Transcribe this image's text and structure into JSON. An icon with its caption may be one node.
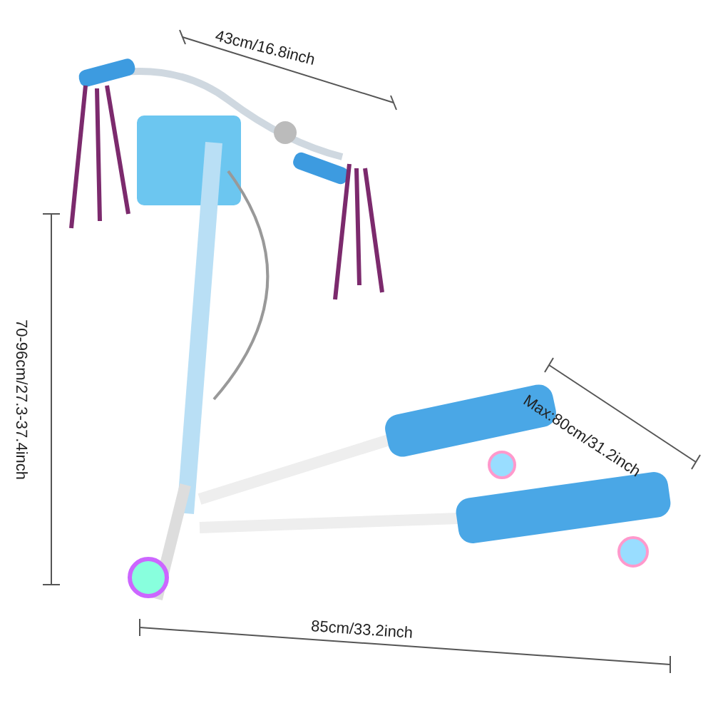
{
  "diagram": {
    "labels": [
      "43cm/16.8inch",
      "70-96cm/27.3-37.4inch",
      "Max:80cm/31.2inch",
      "85cm/33.2inch"
    ]
  }
}
